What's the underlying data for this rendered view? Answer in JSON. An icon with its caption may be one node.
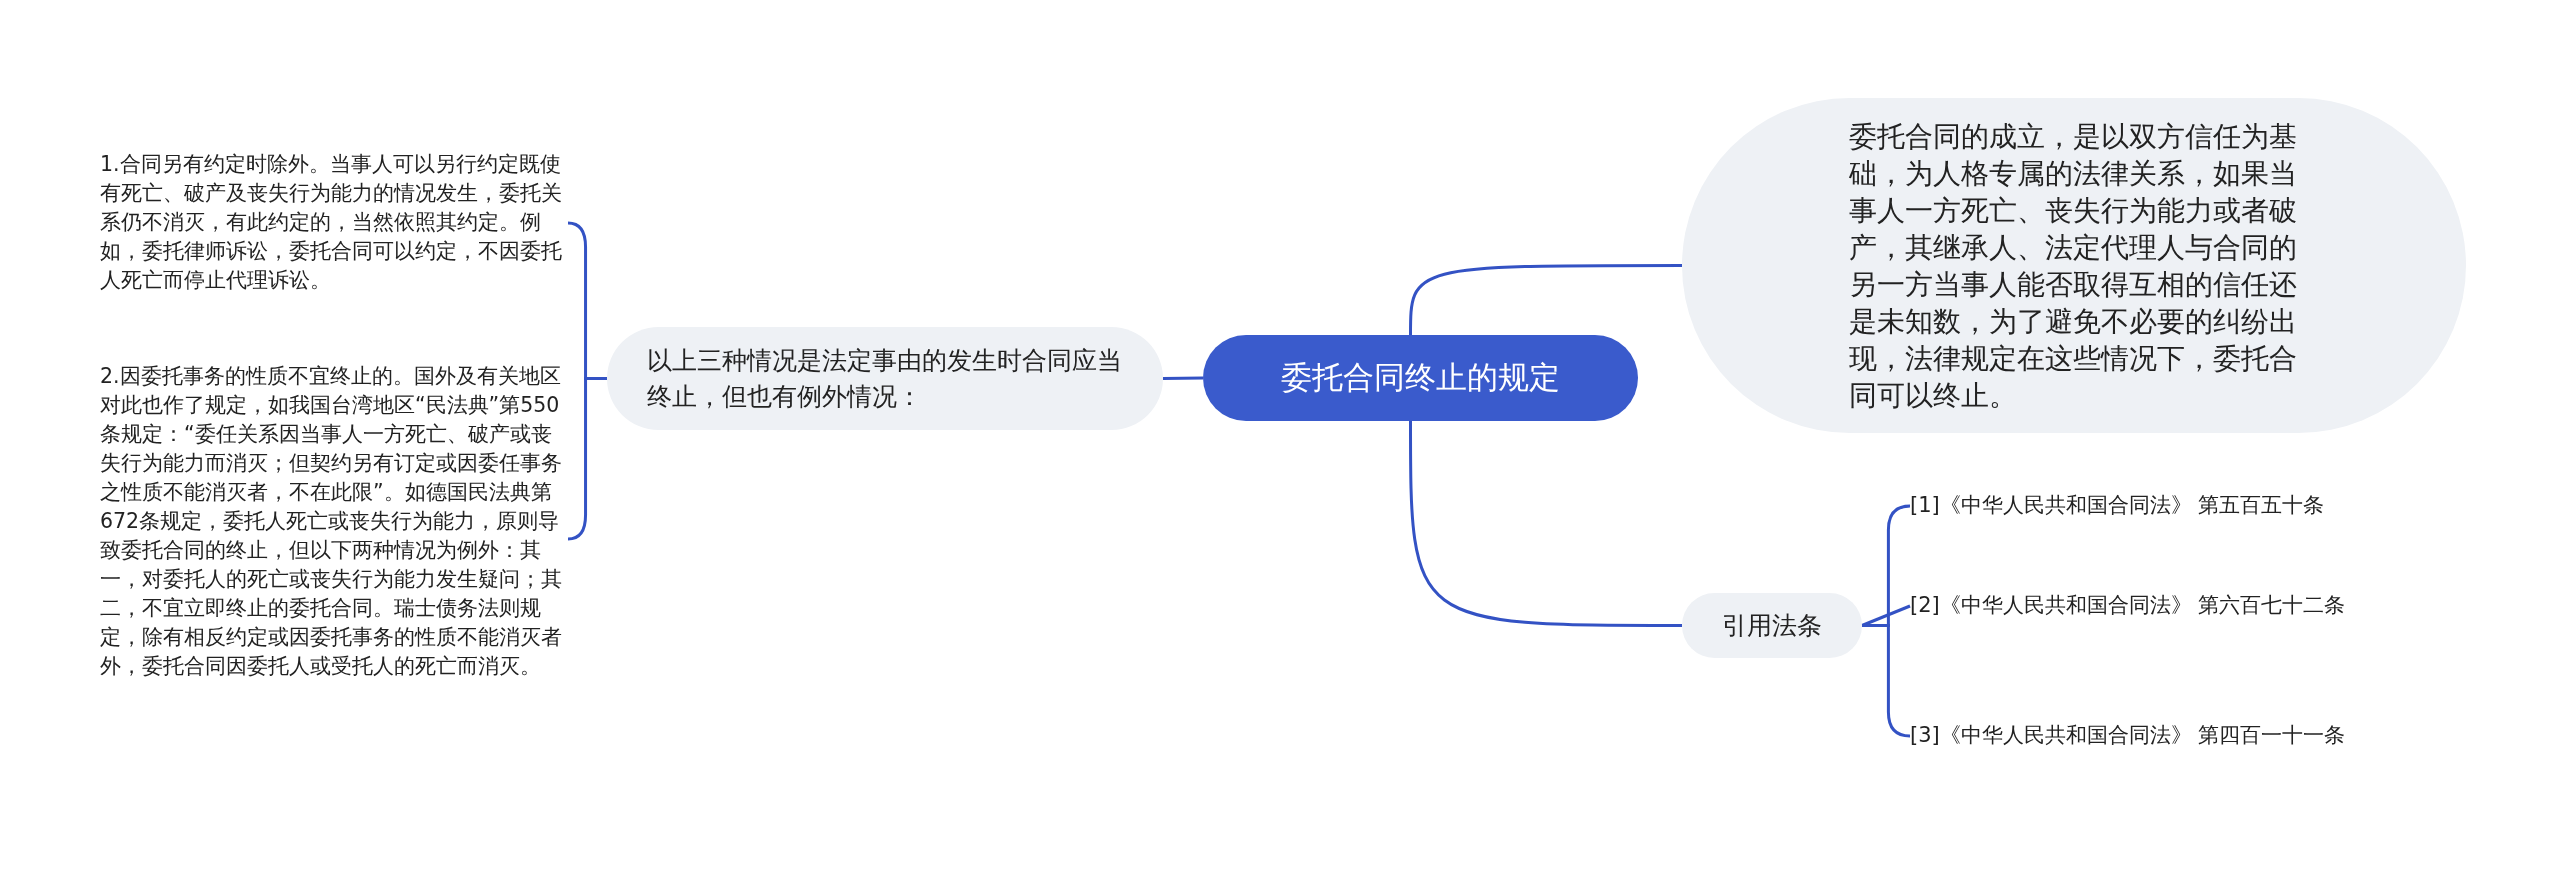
{
  "diagram": {
    "nodes": [
      {
        "text": [
          "委托合同终止的规定"
        ]
      },
      {
        "text": [
          "委托合同的成立，是以双方信任为基础，为人格专属的法律关系，如果当事人一方死亡、丧失行为能力或者破产，其继承人、法定代理人与合同的另一方当事人能否取得互相的信任还是未知数，为了避免不必要的纠纷出现，法律规定在这些情况下，委托合同可以终止。"
        ]
      },
      {
        "text": [
          "以上三种情况是法定事由的发生时合同应当终止，但也有例外情况："
        ]
      },
      {
        "text": [
          "1.合同另有约定时除外。当事人可以另行约定既使有死亡、破产及丧失行为能力的情况发生，委托关系仍不消灭，有此约定的，当然依照其约定。例如，委托律师诉讼，委托合同可以约定，不因委托人死亡而停止代理诉讼。"
        ]
      },
      {
        "text": [
          "2.因委托事务的性质不宜终止的。国外及有关地区对此也作了规定，如我国台湾地区“民法典”第550条规定：“委任关系因当事人一方死亡、破产或丧失行为能力而消灭；但契约另有订定或因委任事务之性质不能消灭者，不在此限”。如德国民法典第672条规定，委托人死亡或丧失行为能力，原则导致委托合同的终止，但以下两种情况为例外：其一，对委托人的死亡或丧失行为能力发生疑问；其二，不宜立即终止的委托合同。瑞士债务法则规定，除有相反约定或因委托事务的性质不能消灭者外，委托合同因委托人或受托人的死亡而消灭。"
        ]
      },
      {
        "text": [
          "引用法条"
        ]
      },
      {
        "text": [
          "[1]《中华人民共和国合同法》 第五百五十条"
        ]
      },
      {
        "text": [
          "[2]《中华人民共和国合同法》 第六百七十二条"
        ]
      },
      {
        "text": [
          "[3]《中华人民共和国合同法》 第四百一十一条"
        ]
      }
    ],
    "edges": [
      {
        "from": 0,
        "to": 1,
        "arrow": "none"
      },
      {
        "from": 0,
        "to": 2,
        "arrow": "none"
      },
      {
        "from": 2,
        "to": 3,
        "arrow": "none"
      },
      {
        "from": 2,
        "to": 4,
        "arrow": "none"
      },
      {
        "from": 0,
        "to": 5,
        "arrow": "none"
      },
      {
        "from": 5,
        "to": 6,
        "arrow": "none"
      },
      {
        "from": 5,
        "to": 7,
        "arrow": "none"
      },
      {
        "from": 5,
        "to": 8,
        "arrow": "none"
      }
    ]
  }
}
